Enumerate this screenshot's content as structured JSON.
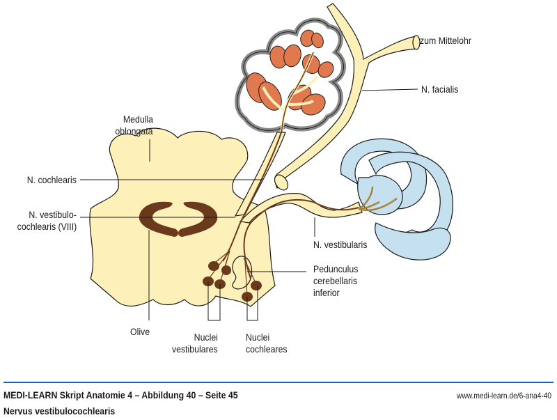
{
  "figure": {
    "labels": {
      "zum_mittelohr": "zum Mittelohr",
      "n_facialis": "N. facialis",
      "medulla_line1": "Medulla",
      "medulla_line2": "oblongata",
      "n_cochlearis": "N. cochlearis",
      "n_vestibulo_line1": "N. vestibulo-",
      "n_vestibulo_line2": "cochlearis (VIII)",
      "n_vestibularis": "N. vestibularis",
      "pedunculus_line1": "Pedunculus",
      "pedunculus_line2": "cerebellaris",
      "pedunculus_line3": "inferior",
      "olive": "Olive",
      "nuclei_vest_line1": "Nuclei",
      "nuclei_vest_line2": "vestibulares",
      "nuclei_coch_line1": "Nuclei",
      "nuclei_coch_line2": "cochleares"
    },
    "colors": {
      "nerve_fill": "#fdf0b8",
      "nucleus_brown": "#6b3a1c",
      "cochlea_orange": "#e07a4e",
      "cochlea_grey": "#8a8a8a",
      "labyrinth_blue": "#c5e0ef",
      "rule_blue": "#1f5fae"
    }
  },
  "footer": {
    "title": "MEDI-LEARN Skript Anatomie 4 – Abbildung 40 – Seite 45",
    "url": "www.medi-learn.de/6-ana4-40",
    "subtitle": "Nervus vestibulocochlearis"
  }
}
